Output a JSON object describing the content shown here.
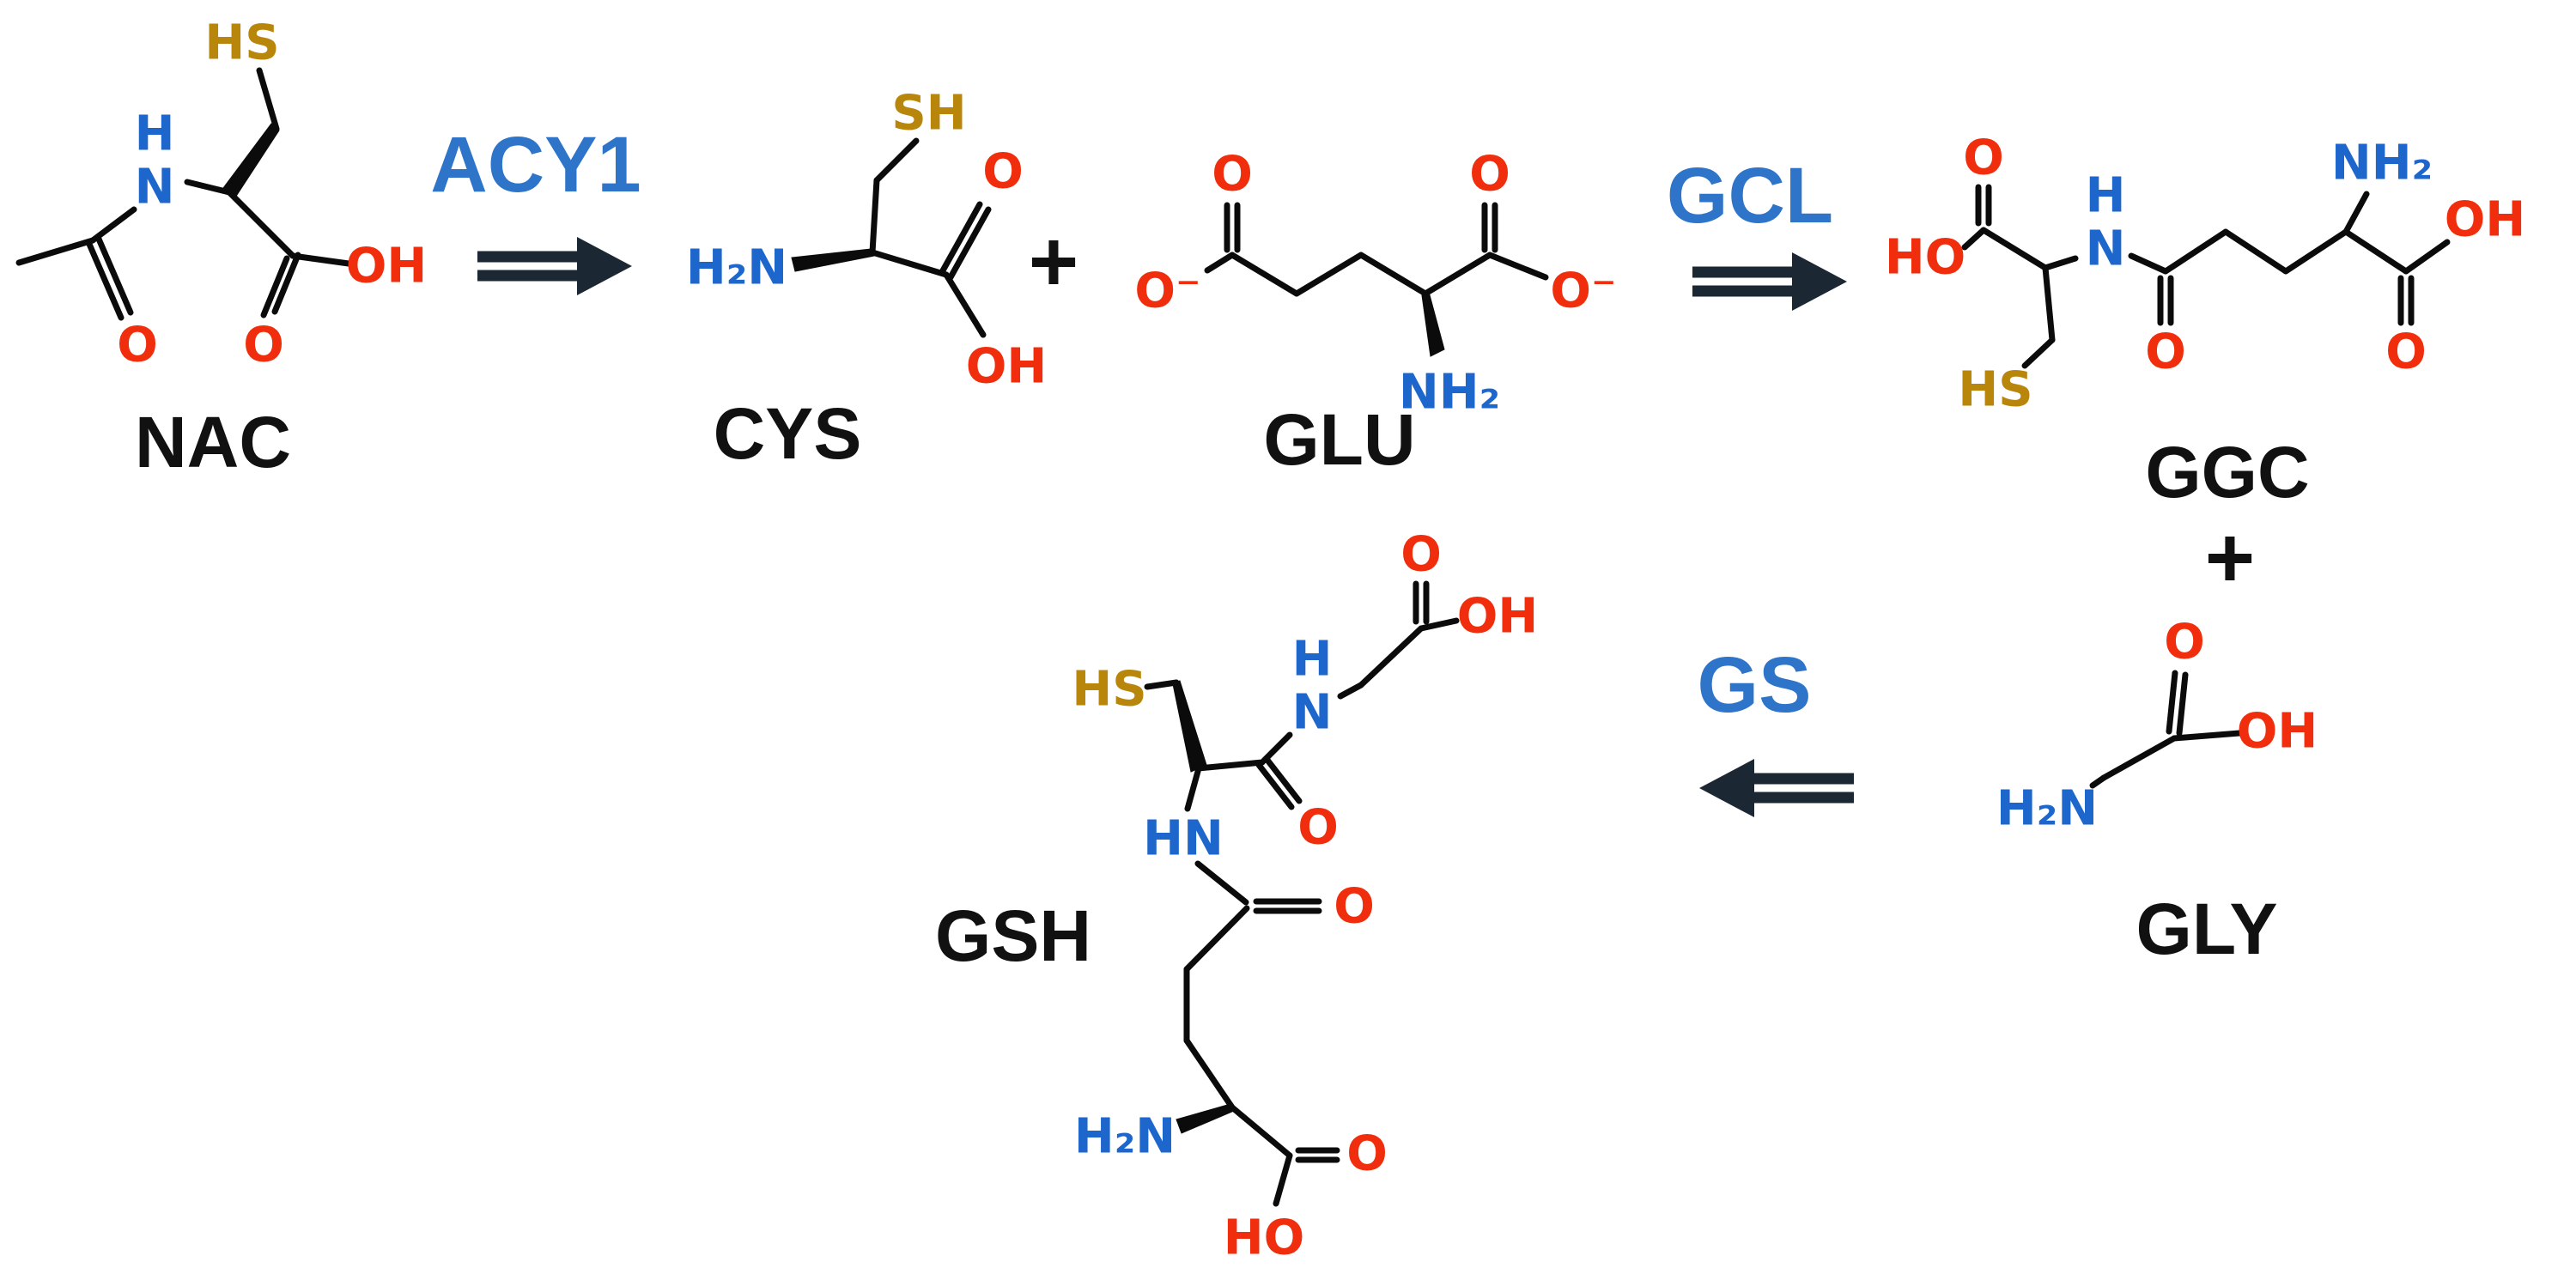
{
  "colors": {
    "nitrogen": "#1d66cc",
    "oxygen": "#f02d0c",
    "sulfur": "#b8860b",
    "bond": "#0b0b0b",
    "enzyme_label": "#2e74c9",
    "molecule_label": "#111111",
    "arrow": "#1c2734",
    "background": "#ffffff"
  },
  "enzymes": {
    "acy1": "ACY1",
    "gcl": "GCL",
    "gs": "GS"
  },
  "operators": {
    "plus_cys_glu": "+",
    "plus_ggc_gly": "+"
  },
  "molecules": {
    "nac": {
      "label": "NAC",
      "atoms": {
        "sh": "HS",
        "amide_h": "H",
        "amide_n": "N",
        "o_acetyl": "O",
        "o_acid": "O",
        "oh": "OH"
      }
    },
    "cys": {
      "label": "CYS",
      "atoms": {
        "sh": "SH",
        "h2n": "H₂N",
        "o": "O",
        "oh": "OH"
      }
    },
    "glu": {
      "label": "GLU",
      "atoms": {
        "o_minus_left": "O⁻",
        "o_left": "O",
        "o_right": "O",
        "o_minus_right": "O⁻",
        "nh2": "NH₂"
      }
    },
    "ggc": {
      "label": "GGC",
      "atoms": {
        "o_top_left": "O",
        "ho": "HO",
        "hs": "HS",
        "amide_h": "H",
        "amide_n": "N",
        "o_amide": "O",
        "nh2": "NH₂",
        "o_acid": "O",
        "oh": "OH"
      }
    },
    "gly": {
      "label": "GLY",
      "atoms": {
        "o": "O",
        "oh": "OH",
        "h2n": "H₂N"
      }
    },
    "gsh": {
      "label": "GSH",
      "atoms": {
        "o_gly": "O",
        "oh_gly": "OH",
        "amide_h": "H",
        "amide_n": "N",
        "o_cys_amide": "O",
        "hs": "HS",
        "hn": "HN",
        "o_glu_amide": "O",
        "h2n": "H₂N",
        "o_acid": "O",
        "ho": "HO"
      }
    }
  }
}
